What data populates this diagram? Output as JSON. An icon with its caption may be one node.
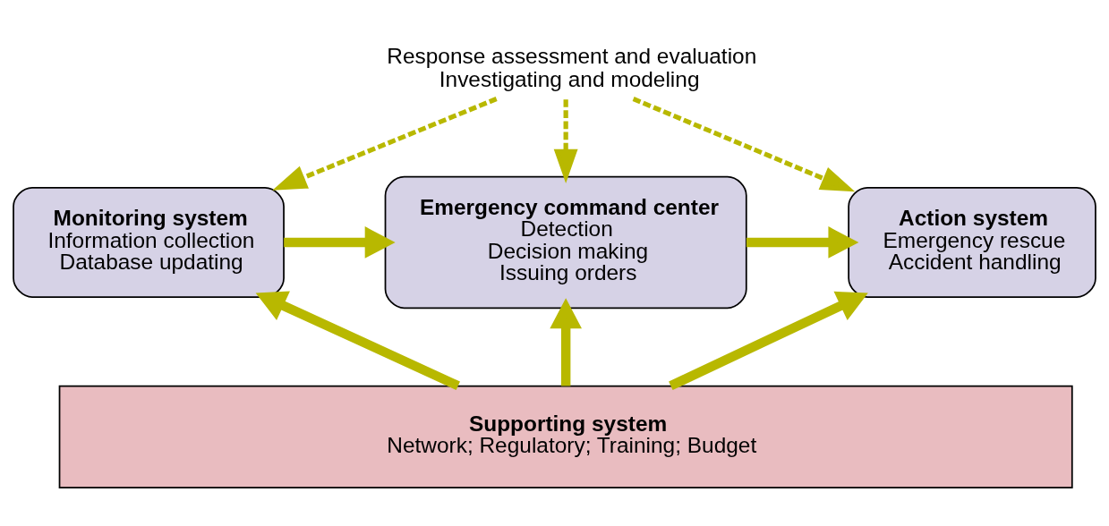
{
  "diagram": {
    "nodes": [
      {
        "text": [
          "Response assessment and evaluation",
          "Investigating and modeling"
        ]
      },
      {
        "text": [
          "Monitoring system",
          "Information collection",
          "Database updating"
        ]
      },
      {
        "text": [
          "Emergency command center",
          "Detection",
          "Decision making",
          "Issuing orders"
        ]
      },
      {
        "text": [
          "Action system",
          "Emergency rescue",
          "Accident handling"
        ]
      },
      {
        "text": [
          "Supporting system",
          "Network; Regulatory; Training; Budget"
        ]
      }
    ],
    "edges": [
      {
        "from": 0,
        "to": 1,
        "arrow": "to",
        "style": "dashed"
      },
      {
        "from": 0,
        "to": 2,
        "arrow": "to",
        "style": "dashed"
      },
      {
        "from": 0,
        "to": 3,
        "arrow": "to",
        "style": "dashed"
      },
      {
        "from": 1,
        "to": 2,
        "arrow": "to"
      },
      {
        "from": 2,
        "to": 3,
        "arrow": "to"
      },
      {
        "from": 4,
        "to": 1,
        "arrow": "to"
      },
      {
        "from": 4,
        "to": 2,
        "arrow": "to"
      },
      {
        "from": 4,
        "to": 3,
        "arrow": "to"
      }
    ]
  }
}
